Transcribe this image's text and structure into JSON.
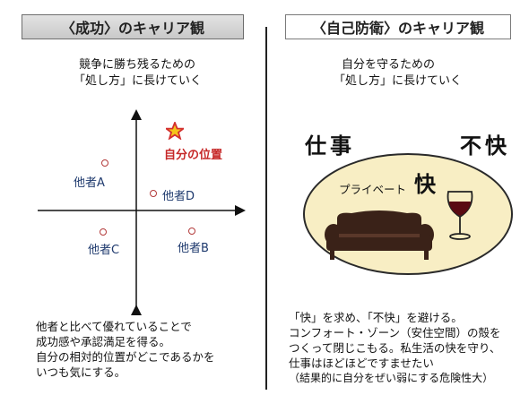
{
  "left": {
    "title": "〈成功〉のキャリア観",
    "subtitle_line1": "競争に勝ち残るための",
    "subtitle_line2": "「処し方」に長けていく",
    "self_label": "自分の位置",
    "others": {
      "a": "他者A",
      "b": "他者B",
      "c": "他者C",
      "d": "他者D"
    },
    "body_lines": [
      "他者と比べて優れていることで",
      "成功感や承認満足を得る。",
      "自分の相対的位置がどこであるかを",
      "いつも気にする。"
    ]
  },
  "right": {
    "title": "〈自己防衛〉のキャリア観",
    "subtitle_line1": "自分を守るための",
    "subtitle_line2": "「処し方」に長けていく",
    "work_label": "仕事",
    "discomfort_label": "不快",
    "private_label": "プライベート",
    "comfort_label": "快",
    "body_lines": [
      "「快」を求め、「不快」を避ける。",
      "コンフォート・ゾーン（安住空間）の殻を",
      "つくって閉じこもる。私生活の快を守り、",
      "仕事はほどほどですませたい",
      "（結果的に自分をぜい弱にする危険性大）"
    ]
  },
  "colors": {
    "self_star": "#d32f2f",
    "other_label": "#1f3a6e",
    "oval_fill": "#f8eec4",
    "sofa": "#3a2218",
    "wine": "#5a0a12"
  },
  "icons": [
    "star-icon",
    "sofa-icon",
    "wine-glass-icon"
  ]
}
